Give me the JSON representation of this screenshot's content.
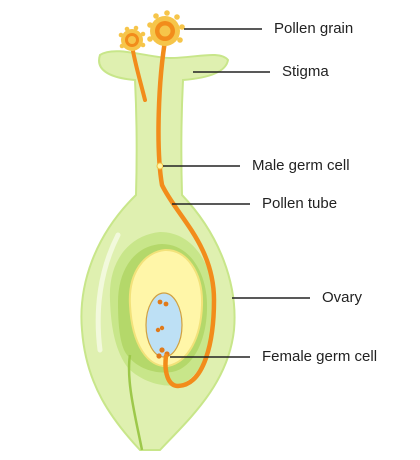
{
  "labels": {
    "pollen_grain": "Pollen grain",
    "stigma": "Stigma",
    "male_germ_cell": "Male germ cell",
    "pollen_tube": "Pollen tube",
    "ovary": "Ovary",
    "female_germ_cell": "Female germ cell"
  },
  "colors": {
    "pistil_light": "#dff0b0",
    "pistil_mid": "#c8e68a",
    "pistil_dark": "#9dc84a",
    "ovule_yellow": "#fff6a8",
    "embryo_sac_blue": "#bde0f5",
    "pollen_tube_orange": "#f28c1b",
    "pollen_grain_yellow": "#f6c54a",
    "leader_line": "#222222"
  }
}
